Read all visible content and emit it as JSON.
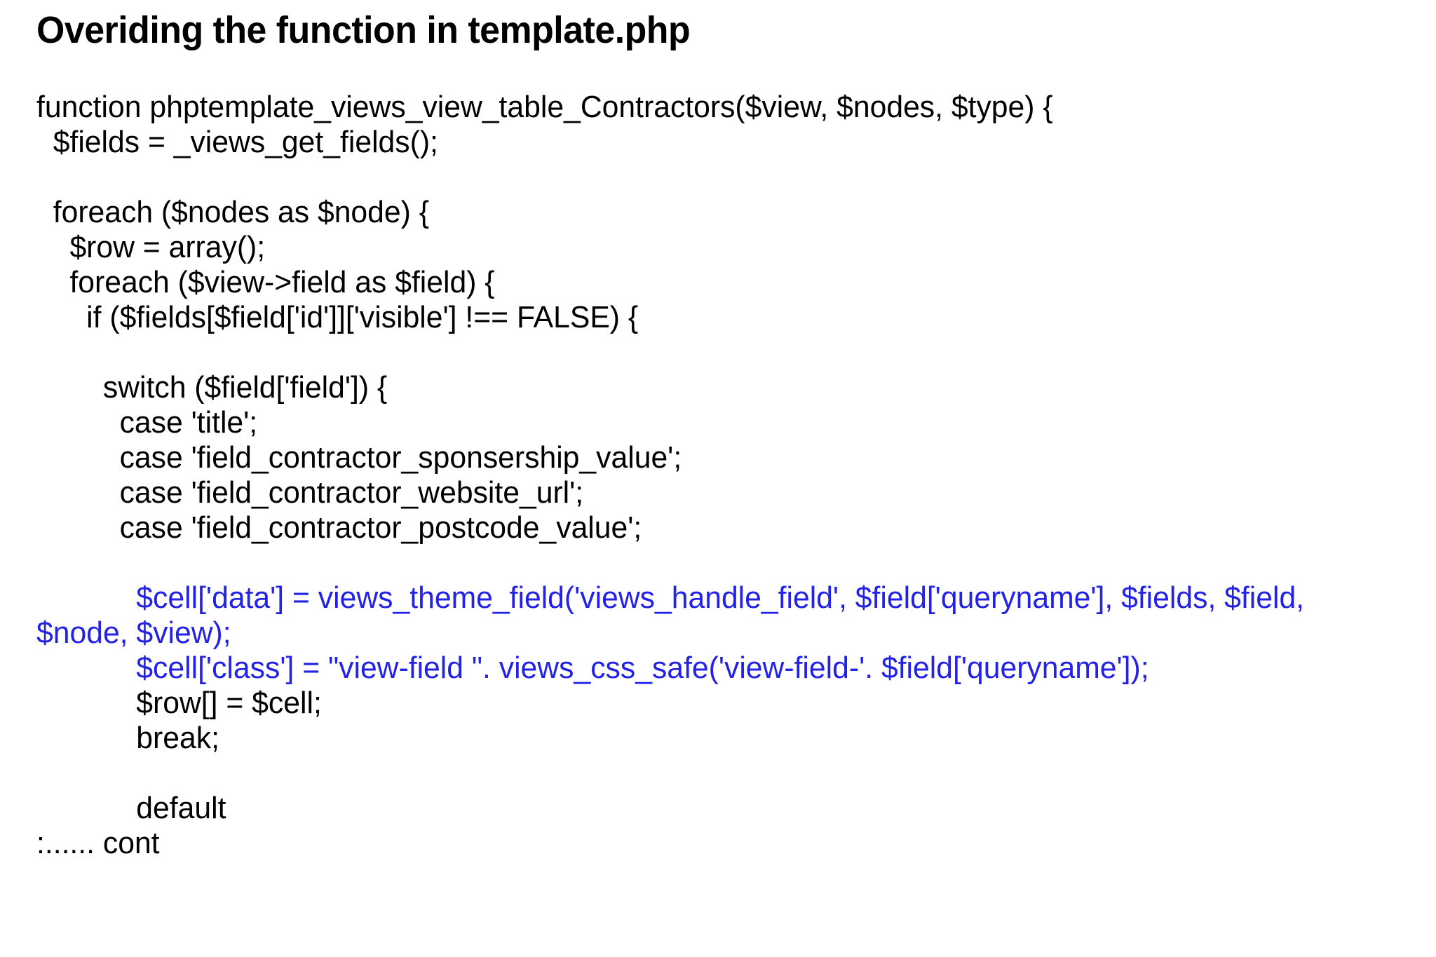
{
  "slide": {
    "title": "Overiding the function in template.php",
    "title_color": "#000000",
    "background_color": "#ffffff",
    "code_color": "#000000",
    "highlight_color": "#2222e8",
    "code_lines": [
      {
        "text": "function phptemplate_views_view_table_Contractors($view, $nodes, $type) {",
        "color": "black",
        "blank": false
      },
      {
        "text": "  $fields = _views_get_fields();",
        "color": "black",
        "blank": false
      },
      {
        "text": "",
        "color": "black",
        "blank": true
      },
      {
        "text": "  foreach ($nodes as $node) {",
        "color": "black",
        "blank": false
      },
      {
        "text": "    $row = array();",
        "color": "black",
        "blank": false
      },
      {
        "text": "    foreach ($view->field as $field) {",
        "color": "black",
        "blank": false
      },
      {
        "text": "      if ($fields[$field['id']]['visible'] !== FALSE) {",
        "color": "black",
        "blank": false
      },
      {
        "text": "",
        "color": "black",
        "blank": true
      },
      {
        "text": "        switch ($field['field']) {",
        "color": "black",
        "blank": false
      },
      {
        "text": "          case 'title';",
        "color": "black",
        "blank": false
      },
      {
        "text": "          case 'field_contractor_sponsership_value';",
        "color": "black",
        "blank": false
      },
      {
        "text": "          case 'field_contractor_website_url';",
        "color": "black",
        "blank": false
      },
      {
        "text": "          case 'field_contractor_postcode_value';",
        "color": "black",
        "blank": false
      },
      {
        "text": "",
        "color": "black",
        "blank": true
      },
      {
        "text": "            $cell['data'] = views_theme_field('views_handle_field', $field['queryname'], $fields, $field, $node, $view);",
        "color": "blue",
        "blank": false
      },
      {
        "text": "            $cell['class'] = \"view-field \". views_css_safe('view-field-'. $field['queryname']);",
        "color": "blue",
        "blank": false
      },
      {
        "text": "            $row[] = $cell;",
        "color": "black",
        "blank": false
      },
      {
        "text": "            break;",
        "color": "black",
        "blank": false
      },
      {
        "text": "",
        "color": "black",
        "blank": true
      },
      {
        "text": "            default",
        "color": "black",
        "blank": false
      },
      {
        "text": ":...... cont",
        "color": "black",
        "blank": false
      }
    ]
  }
}
